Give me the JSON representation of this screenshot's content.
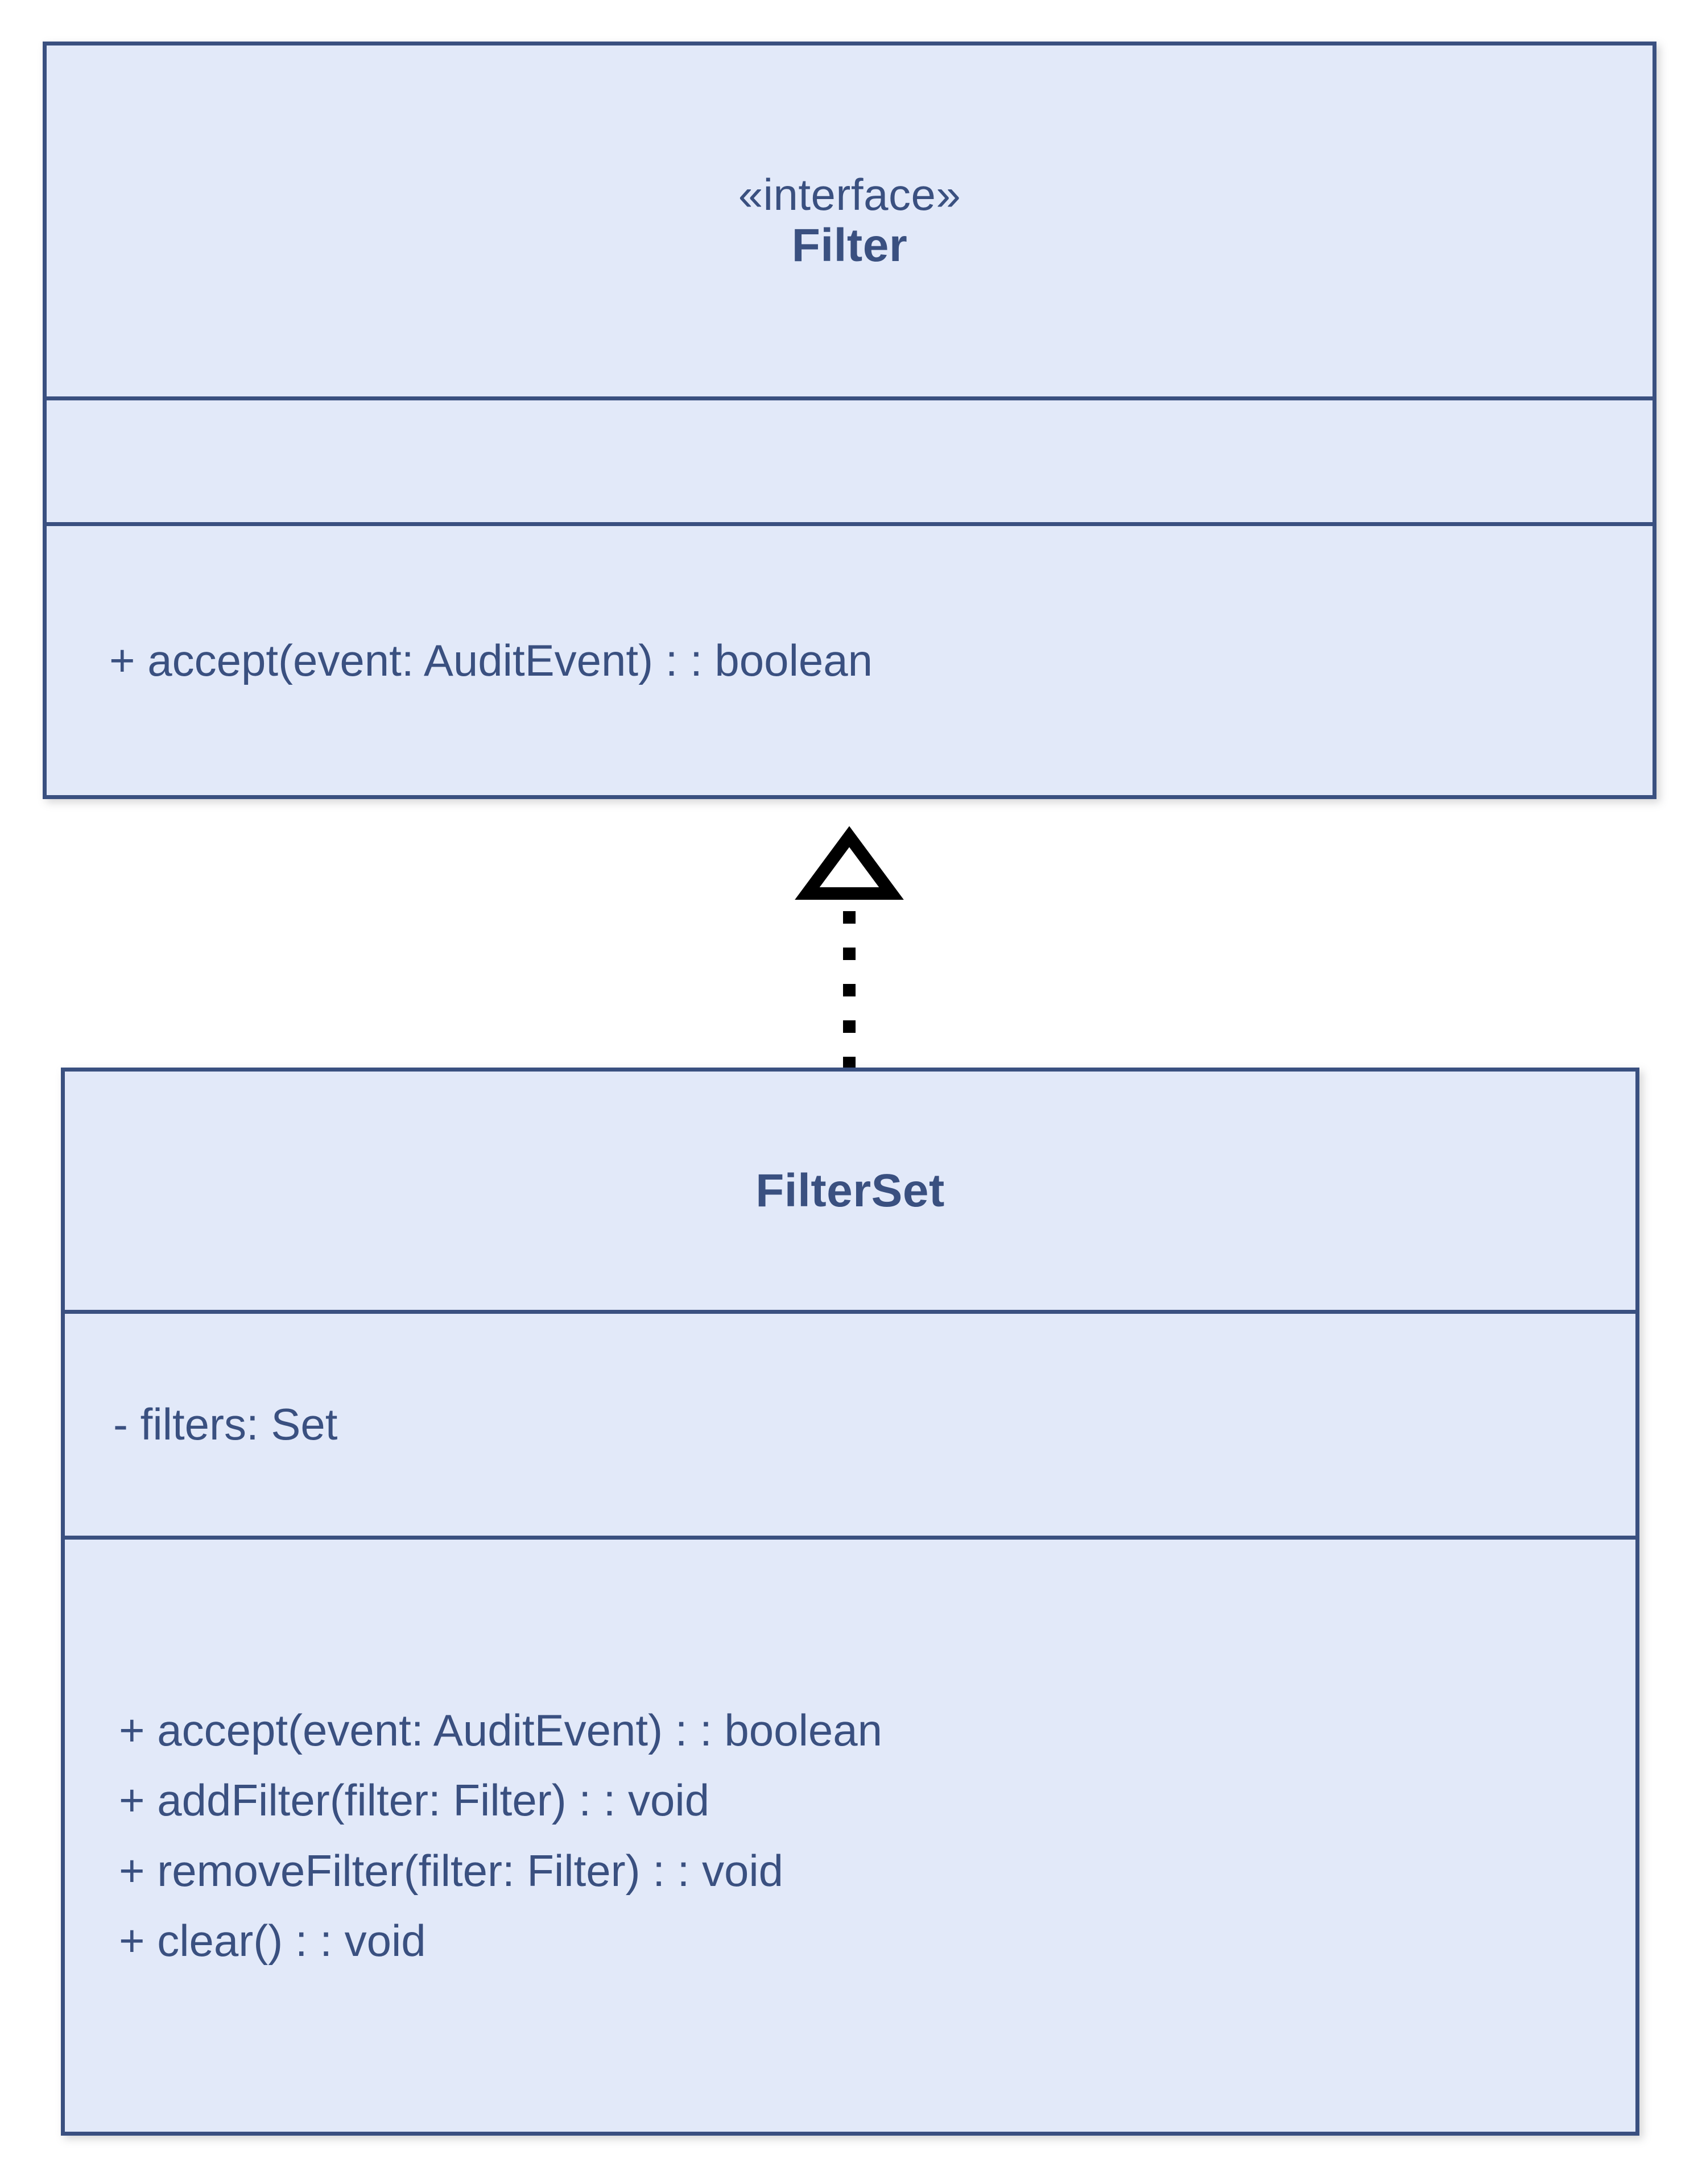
{
  "diagram": {
    "type": "uml-class-diagram",
    "background_color": "#ffffff",
    "palette": {
      "class_fill": "#e2e9f9",
      "class_border": "#3a5080",
      "text": "#3a5080",
      "connector": "#000000"
    }
  },
  "classes": [
    {
      "id": "filter",
      "stereotype": "«interface»",
      "name": "Filter",
      "attributes": [],
      "methods": [
        "+ accept(event: AuditEvent) : : boolean"
      ]
    },
    {
      "id": "filterset",
      "stereotype": "",
      "name": "FilterSet",
      "attributes": [
        "- filters: Set"
      ],
      "methods": [
        "+ accept(event: AuditEvent) : : boolean",
        "+ addFilter(filter: Filter) : : void",
        "+ removeFilter(filter: Filter) : : void",
        "+ clear() : : void"
      ]
    }
  ],
  "relationships": [
    {
      "id": "filterset-realizes-filter",
      "kind": "realization",
      "label": "",
      "from": "FilterSet",
      "to": "Filter",
      "line_style": "dotted",
      "arrow_head": "hollow-triangle"
    }
  ]
}
